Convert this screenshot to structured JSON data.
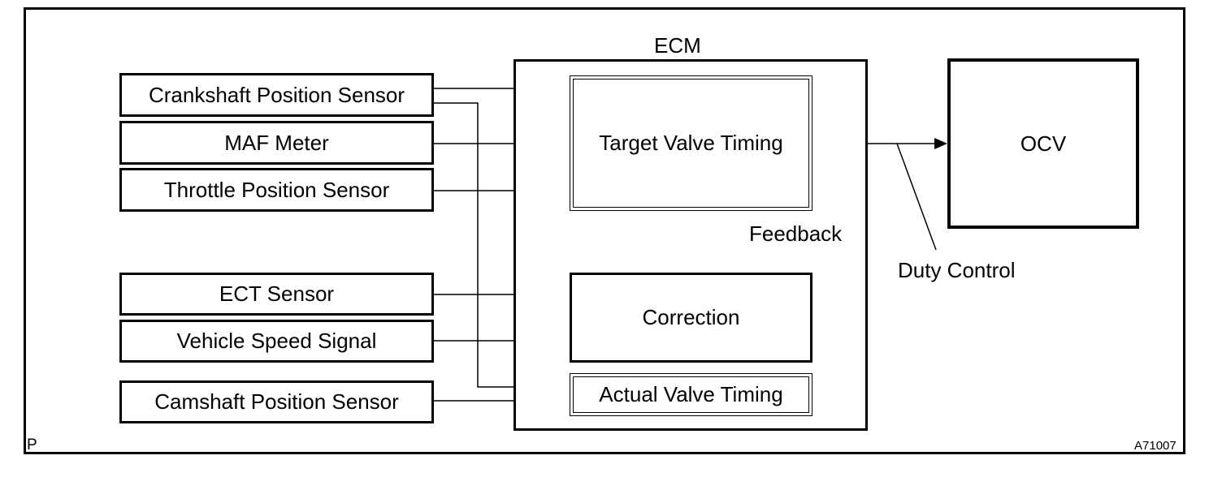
{
  "ecm_label": "ECM",
  "sensors": [
    "Crankshaft Position Sensor",
    "MAF Meter",
    "Throttle Position Sensor",
    "ECT Sensor",
    "Vehicle Speed Signal",
    "Camshaft Position Sensor"
  ],
  "blocks": {
    "target": "Target Valve Timing",
    "correction": "Correction",
    "actual": "Actual Valve Timing",
    "ocv": "OCV"
  },
  "labels": {
    "feedback": "Feedback",
    "duty_control": "Duty Control"
  },
  "corner": {
    "left": "P",
    "right": "A71007"
  }
}
